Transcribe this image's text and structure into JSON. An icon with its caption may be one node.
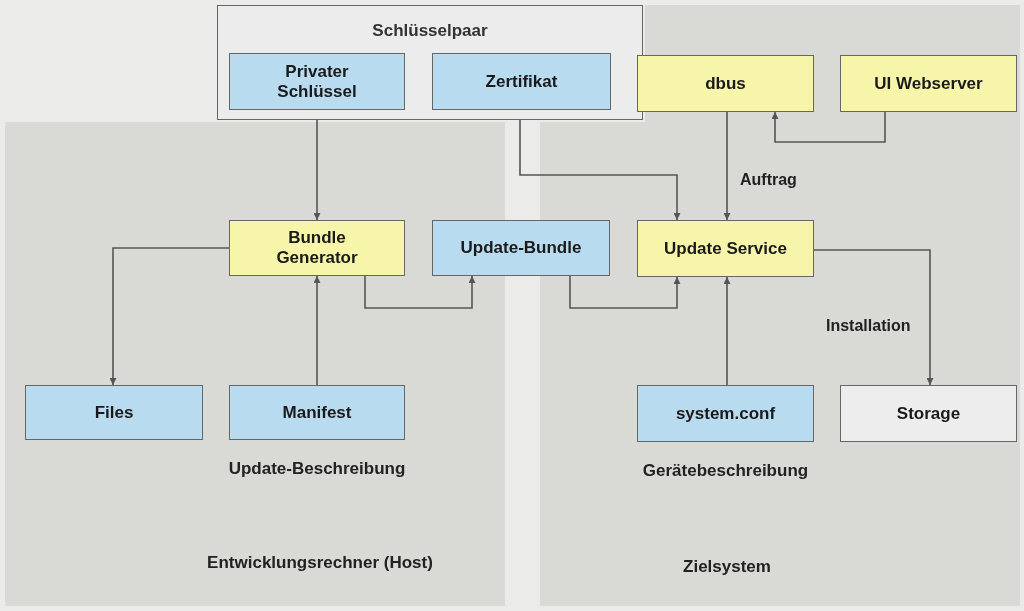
{
  "diagram": {
    "nodes": [
      {
        "text": [
          "Schlüsselpaar"
        ]
      },
      {
        "text": [
          "Privater Schlüssel"
        ],
        "in": 0
      },
      {
        "text": [
          "Zertifikat"
        ],
        "in": 0
      },
      {
        "text": [
          "dbus"
        ]
      },
      {
        "text": [
          "UI Webserver"
        ]
      },
      {
        "text": [
          "Bundle Generator"
        ]
      },
      {
        "text": [
          "Update-Bundle"
        ]
      },
      {
        "text": [
          "Update Service"
        ]
      },
      {
        "text": [
          "Files"
        ]
      },
      {
        "text": [
          "Manifest"
        ],
        "beside": [
          "Update-Beschreibung"
        ]
      },
      {
        "text": [
          "system.conf"
        ],
        "beside": [
          "Gerätebeschreibung"
        ]
      },
      {
        "text": [
          "Storage"
        ]
      }
    ],
    "edges": [
      {
        "from": 1,
        "to": 5,
        "arrow": "to"
      },
      {
        "from": 2,
        "to": 7,
        "arrow": "to"
      },
      {
        "from": 4,
        "to": 3,
        "arrow": "to"
      },
      {
        "from": 3,
        "to": 7,
        "arrow": "to",
        "label": "Auftrag"
      },
      {
        "from": 5,
        "to": 8,
        "arrow": "to"
      },
      {
        "from": 9,
        "to": 5,
        "arrow": "to"
      },
      {
        "from": 5,
        "to": 6,
        "arrow": "to"
      },
      {
        "from": 6,
        "to": 7,
        "arrow": "to"
      },
      {
        "from": 10,
        "to": 7,
        "arrow": "to"
      },
      {
        "from": 7,
        "to": 11,
        "arrow": "to",
        "label": "Installation"
      }
    ],
    "labels": [
      "Entwicklungsrechner (Host)",
      "Zielsystem"
    ]
  }
}
